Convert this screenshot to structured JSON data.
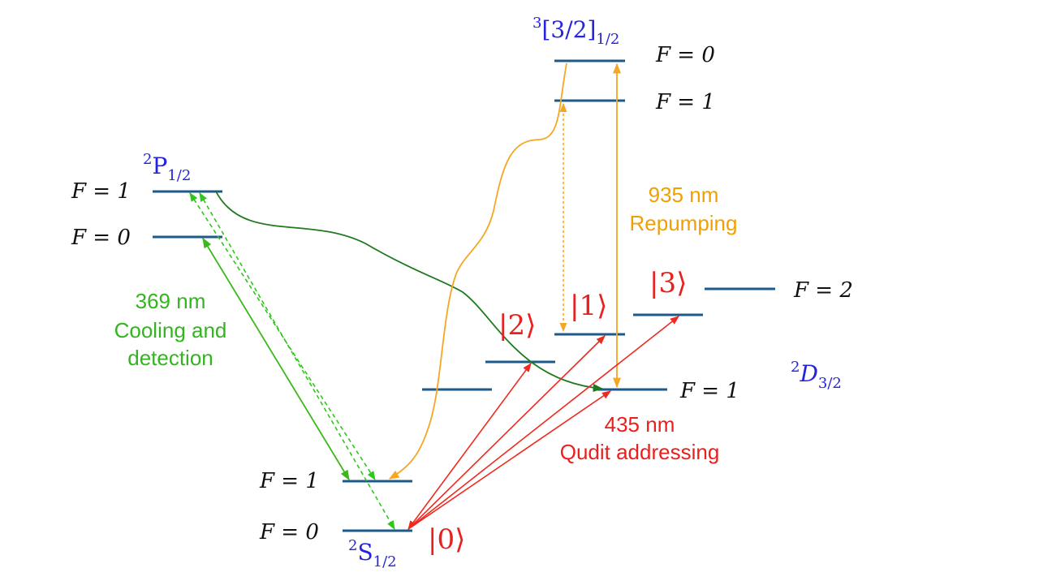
{
  "colors": {
    "level": "#1d5a8a",
    "term": "#2323e0",
    "ket": "#e8201e",
    "green_arrow": "#3cb81c",
    "green_dashed": "#2ec71a",
    "dark_green": "#1e7a1e",
    "orange": "#f5a623",
    "red_arrow": "#ee2a20",
    "label_green": "#33b51f",
    "label_orange": "#f0a000",
    "label_red": "#e8201e"
  },
  "terms": {
    "p12": {
      "sup": "2",
      "main": "P",
      "sub": "1/2"
    },
    "s12": {
      "sup": "2",
      "main": "S",
      "sub": "1/2"
    },
    "d32": {
      "sup": "2",
      "main": "D",
      "sub": "3/2"
    },
    "bracket": {
      "sup": "3",
      "main": "[3/2]",
      "sub": "1/2"
    }
  },
  "f_labels": {
    "p_f1": "F = 1",
    "p_f0": "F = 0",
    "s_f1": "F = 1",
    "s_f0": "F = 0",
    "d_f2": "F = 2",
    "d_f1": "F = 1",
    "b_f0": "F = 0",
    "b_f1": "F = 1"
  },
  "kets": {
    "k0": "|0⟩",
    "k1": "|1⟩",
    "k2": "|2⟩",
    "k3": "|3⟩"
  },
  "annotations": {
    "cooling": [
      "369 nm",
      "Cooling and",
      "detection"
    ],
    "repump": [
      "935 nm",
      "Repumping"
    ],
    "qudit": [
      "435 nm",
      "Qudit addressing"
    ]
  }
}
